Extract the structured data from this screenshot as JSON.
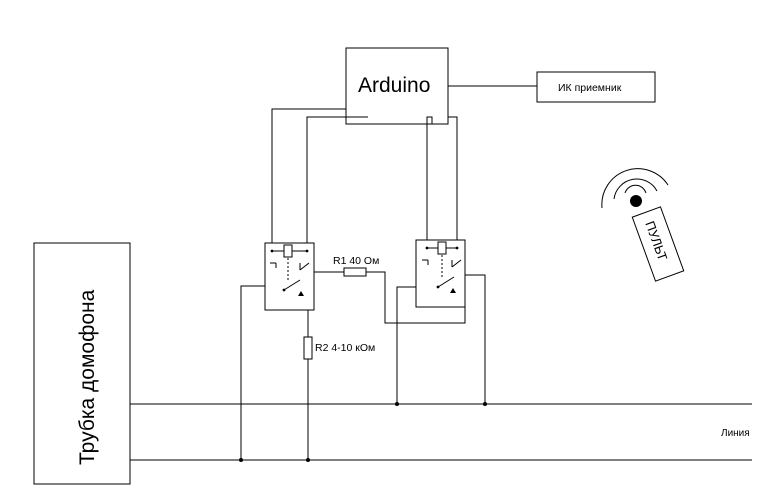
{
  "labels": {
    "arduino": "Arduino",
    "ir_receiver": "ИК приемник",
    "handset": "Трубка домофона",
    "r1": "R1 40 Ом",
    "r2": "R2 4-10 кОм",
    "line": "Линия",
    "remote": "ПУЛЬТ"
  },
  "icons": {
    "relay_left": "relay-icon",
    "relay_right": "relay-icon",
    "remote": "remote-control-icon",
    "ir_signal": "ir-signal-waves-icon"
  }
}
